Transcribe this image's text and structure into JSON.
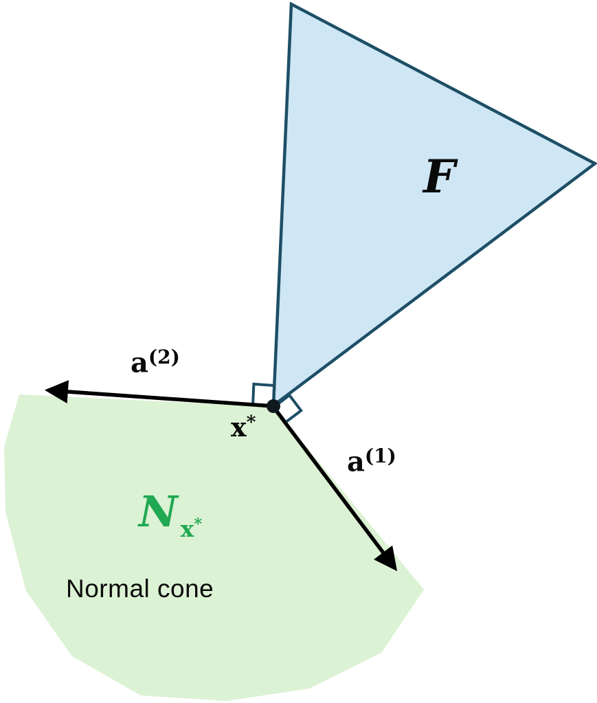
{
  "diagram": {
    "labels": {
      "feasible_set": "F",
      "a2": {
        "base": "a",
        "sup": "(2)"
      },
      "a1": {
        "base": "a",
        "sup": "(1)"
      },
      "x_star": {
        "base": "x",
        "sup": "*"
      },
      "normal_cone": {
        "symbol": "N",
        "sub_base": "x",
        "sub_sup": "*"
      },
      "caption": "Normal cone"
    },
    "colors": {
      "feasible_fill": "#cfe6f4",
      "feasible_stroke": "#1d4f66",
      "cone_fill": "#dcf2d4",
      "cone_text": "#20a852",
      "arrow": "#000000",
      "text": "#0a0a0a",
      "background": "#ffffff"
    }
  }
}
